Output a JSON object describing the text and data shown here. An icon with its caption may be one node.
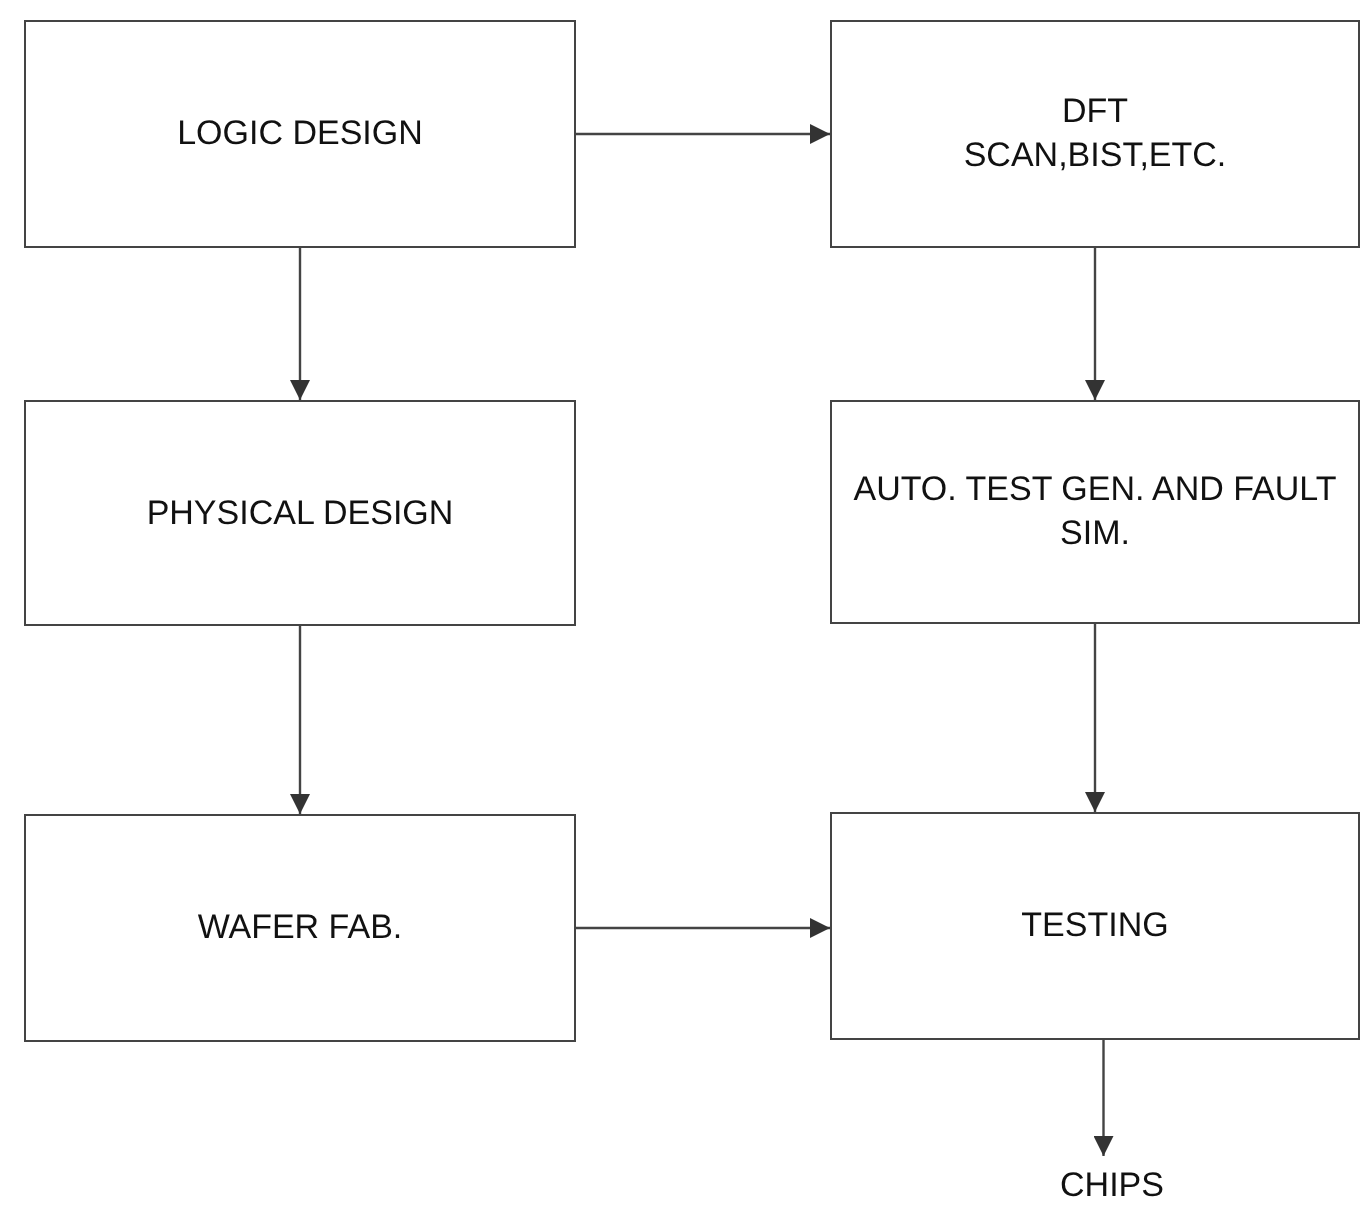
{
  "diagram": {
    "nodes": [
      {
        "text": [
          "LOGIC DESIGN"
        ]
      },
      {
        "text": [
          "DFT",
          "SCAN,BIST,ETC."
        ]
      },
      {
        "text": [
          "PHYSICAL DESIGN"
        ]
      },
      {
        "text": [
          "AUTO. TEST GEN. AND FAULT SIM."
        ]
      },
      {
        "text": [
          "WAFER FAB."
        ]
      },
      {
        "text": [
          "TESTING"
        ]
      },
      {
        "text": [
          "CHIPS"
        ]
      }
    ],
    "edges": [
      {
        "from": 0,
        "to": 1,
        "arrow": "to"
      },
      {
        "from": 0,
        "to": 2,
        "arrow": "to"
      },
      {
        "from": 1,
        "to": 3,
        "arrow": "to"
      },
      {
        "from": 2,
        "to": 4,
        "arrow": "to"
      },
      {
        "from": 3,
        "to": 5,
        "arrow": "to"
      },
      {
        "from": 4,
        "to": 5,
        "arrow": "to"
      },
      {
        "from": 5,
        "to": 6,
        "arrow": "to"
      }
    ]
  }
}
